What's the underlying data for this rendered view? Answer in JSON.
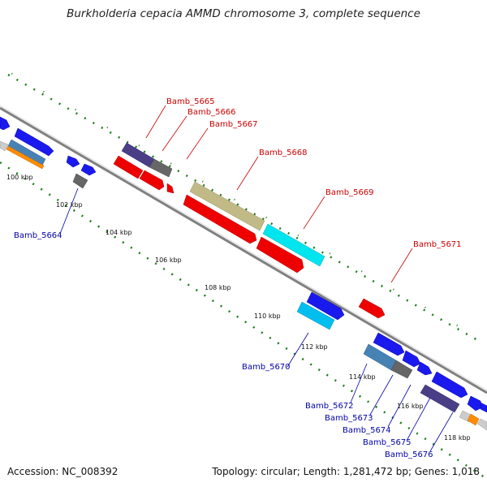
{
  "title": "Burkholderia cepacia AMMD chromosome 3, complete sequence",
  "footer": {
    "accession": "Accession: NC_008392",
    "topology": "Topology: circular; Length: 1,281,472 bp; Genes: 1,018"
  },
  "colors": {
    "backbone": "#808080",
    "tick_dots": "#1a7a1a",
    "forward_gene": "#0000ee",
    "reverse_gene": "#ee0000",
    "label_forward": "#0000aa",
    "label_reverse": "#cc0000",
    "olive": "#c2ba86",
    "cyan": "#00e5ee",
    "slate": "#4a3f86",
    "steel": "#4682b4",
    "dark_gray": "#666666",
    "orange": "#ff8c00"
  },
  "tick_labels": [
    "100 kbp",
    "102 kbp",
    "104 kbp",
    "106 kbp",
    "108 kbp",
    "110 kbp",
    "112 kbp",
    "114 kbp",
    "116 kbp",
    "118 kbp"
  ],
  "gene_labels": [
    {
      "name": "Bamb_5665",
      "strand": "reverse"
    },
    {
      "name": "Bamb_5666",
      "strand": "reverse"
    },
    {
      "name": "Bamb_5667",
      "strand": "reverse"
    },
    {
      "name": "Bamb_5668",
      "strand": "reverse"
    },
    {
      "name": "Bamb_5669",
      "strand": "reverse"
    },
    {
      "name": "Bamb_5671",
      "strand": "reverse"
    },
    {
      "name": "Bamb_5664",
      "strand": "forward"
    },
    {
      "name": "Bamb_5670",
      "strand": "forward"
    },
    {
      "name": "Bamb_5672",
      "strand": "forward"
    },
    {
      "name": "Bamb_5673",
      "strand": "forward"
    },
    {
      "name": "Bamb_5674",
      "strand": "forward"
    },
    {
      "name": "Bamb_5675",
      "strand": "forward"
    },
    {
      "name": "Bamb_5676",
      "strand": "forward"
    }
  ]
}
